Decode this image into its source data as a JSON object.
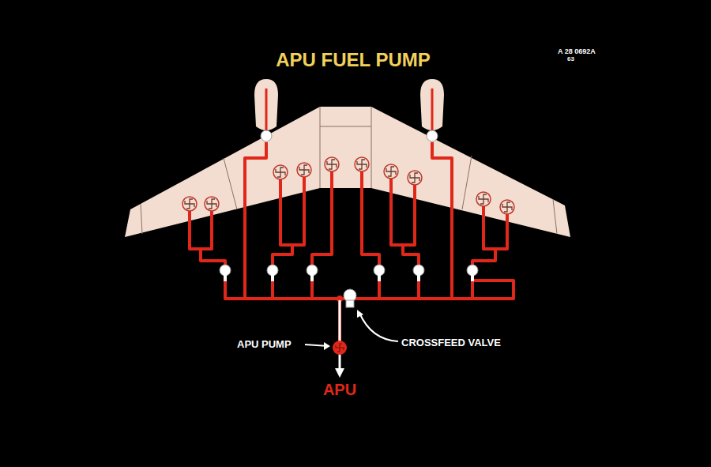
{
  "diagram": {
    "title": "APU FUEL PUMP",
    "labels": [
      "A 28 0692A",
      "63",
      "APU PUMP",
      "CROSSFEED VALVE",
      "APU"
    ]
  }
}
